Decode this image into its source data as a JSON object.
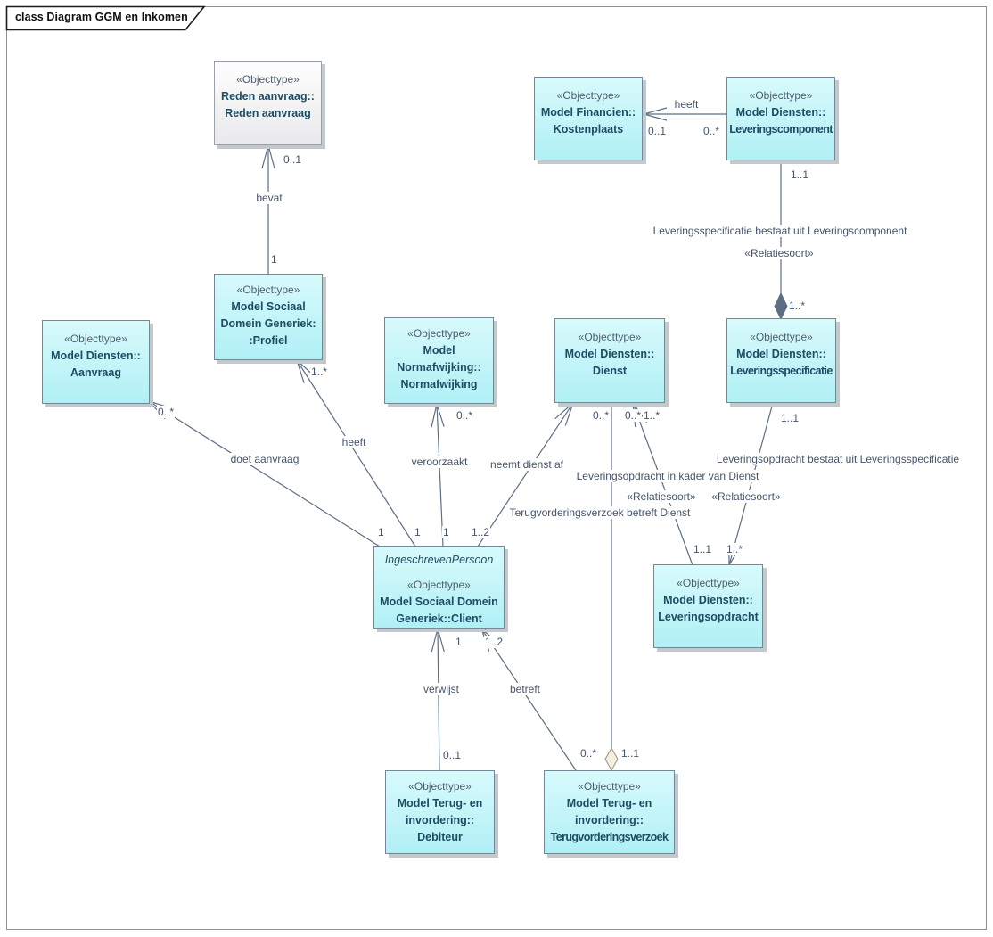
{
  "diagram": {
    "title": "class Diagram GGM en Inkomen"
  },
  "colors": {
    "node_fill_top": "#d8fafc",
    "node_fill_bottom": "#b0f0f5",
    "node_border": "#748798",
    "shadow": "#c3c8cc",
    "line_color": "#5d6f84",
    "label_text": "#44546a",
    "name_text": "#1d4c63",
    "stereo_text": "#4e5e6d"
  },
  "nodes": [
    {
      "id": "reden-aanvraag",
      "stereotype": "«Objecttype»",
      "lines": [
        "Reden aanvraag::",
        "Reden aanvraag"
      ]
    },
    {
      "id": "kostenplaats",
      "stereotype": "«Objecttype»",
      "lines": [
        "Model Financien::",
        "Kostenplaats"
      ]
    },
    {
      "id": "leveringscomponent",
      "stereotype": "«Objecttype»",
      "lines": [
        "Model Diensten::",
        "Leveringscomponent"
      ]
    },
    {
      "id": "profiel",
      "stereotype": "«Objecttype»",
      "lines": [
        "Model Sociaal",
        "Domein Generiek:",
        ":Profiel"
      ]
    },
    {
      "id": "aanvraag",
      "stereotype": "«Objecttype»",
      "lines": [
        "Model Diensten::",
        "Aanvraag"
      ]
    },
    {
      "id": "normafwijking",
      "stereotype": "«Objecttype»",
      "lines": [
        "Model",
        "Normafwijking::",
        "Normafwijking"
      ]
    },
    {
      "id": "dienst",
      "stereotype": "«Objecttype»",
      "lines": [
        "Model Diensten::",
        "Dienst"
      ]
    },
    {
      "id": "leveringsspecificatie",
      "stereotype": "«Objecttype»",
      "lines": [
        "Model Diensten::",
        "Leveringsspecificatie"
      ]
    },
    {
      "id": "client",
      "instance": "IngeschrevenPersoon",
      "stereotype": "«Objecttype»",
      "lines": [
        "Model Sociaal Domein",
        "Generiek::Client"
      ]
    },
    {
      "id": "leveringsopdracht",
      "stereotype": "«Objecttype»",
      "lines": [
        "Model Diensten::",
        "Leveringsopdracht"
      ]
    },
    {
      "id": "debiteur",
      "stereotype": "«Objecttype»",
      "lines": [
        "Model Terug- en",
        "invordering::",
        "Debiteur"
      ]
    },
    {
      "id": "terugvorderingsverzoek",
      "stereotype": "«Objecttype»",
      "lines": [
        "Model Terug- en",
        "invordering::",
        "Terugvorderingsverzoek"
      ]
    }
  ],
  "labels": [
    {
      "text": "0..1"
    },
    {
      "text": "bevat"
    },
    {
      "text": "1"
    },
    {
      "text": "heeft"
    },
    {
      "text": "0..1"
    },
    {
      "text": "0..*"
    },
    {
      "text": "1..1"
    },
    {
      "text": "Leveringsspecificatie bestaat uit Leveringscomponent"
    },
    {
      "text": "«Relatiesoort»"
    },
    {
      "text": "1..*"
    },
    {
      "text": "0..*"
    },
    {
      "text": "doet aanvraag"
    },
    {
      "text": "1..*"
    },
    {
      "text": "heeft"
    },
    {
      "text": "0..*"
    },
    {
      "text": "veroorzaakt"
    },
    {
      "text": "neemt dienst af"
    },
    {
      "text": "0..*"
    },
    {
      "text": "0..*"
    },
    {
      "text": "1..*"
    },
    {
      "text": "Leveringsopdracht in kader van Dienst"
    },
    {
      "text": "«Relatiesoort»"
    },
    {
      "text": "«Relatiesoort»"
    },
    {
      "text": "Terugvorderingsverzoek betreft Dienst"
    },
    {
      "text": "1..1"
    },
    {
      "text": "Leveringsopdracht bestaat uit Leveringsspecificatie"
    },
    {
      "text": "1..1"
    },
    {
      "text": "1..*"
    },
    {
      "text": "1"
    },
    {
      "text": "1"
    },
    {
      "text": "1"
    },
    {
      "text": "1..2"
    },
    {
      "text": "1"
    },
    {
      "text": "1..2"
    },
    {
      "text": "verwijst"
    },
    {
      "text": "betreft"
    },
    {
      "text": "0..1"
    },
    {
      "text": "0..*"
    },
    {
      "text": "1..1"
    }
  ]
}
